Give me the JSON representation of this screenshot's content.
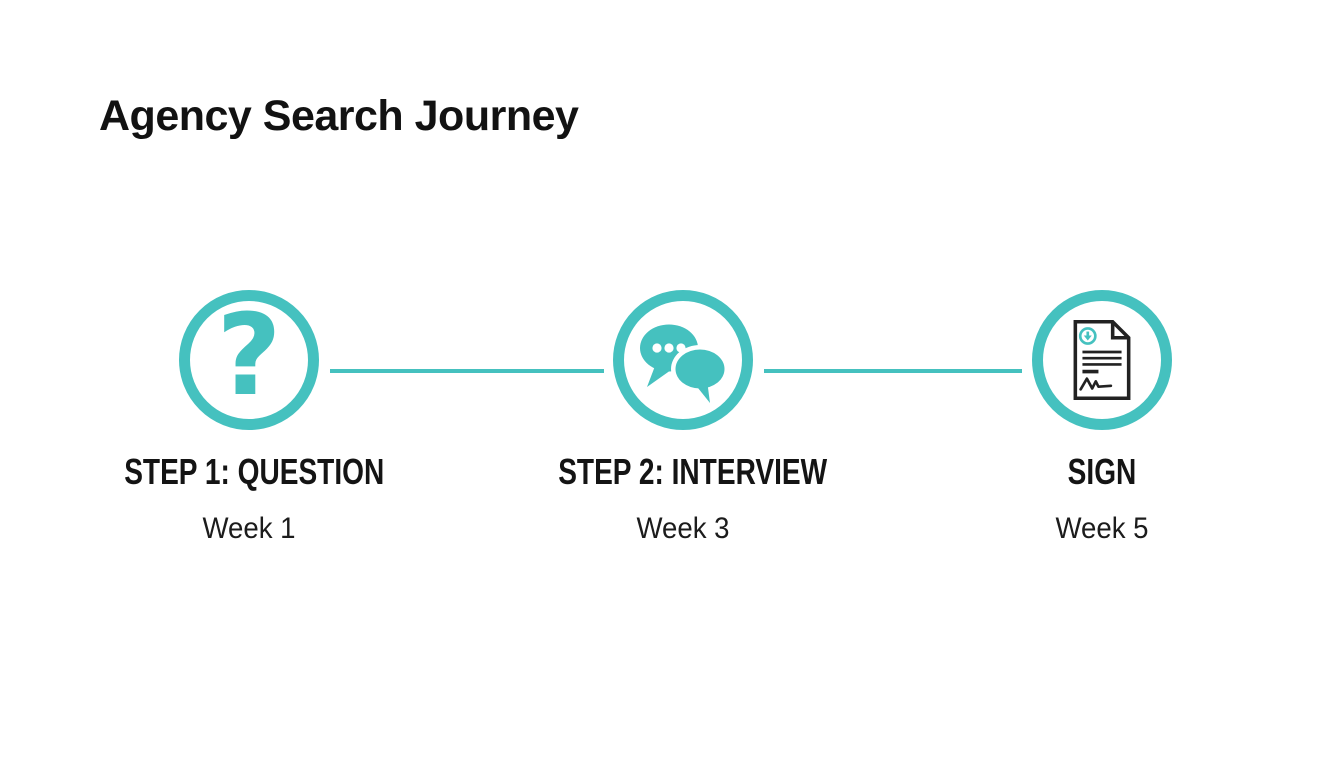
{
  "page": {
    "background_color": "#ffffff",
    "accent_color": "#45C1BF",
    "text_color": "#161616"
  },
  "title": "Agency Search Journey",
  "timeline": {
    "connector_color": "#45C1BF",
    "steps": [
      {
        "icon": "question-mark-icon",
        "icon_glyph": "?",
        "label": "STEP 1: QUESTION",
        "week": "Week 1"
      },
      {
        "icon": "chat-bubbles-icon",
        "label": "STEP 2: INTERVIEW",
        "week": "Week 3"
      },
      {
        "icon": "signed-document-icon",
        "label": "SIGN",
        "week": "Week 5"
      }
    ]
  }
}
